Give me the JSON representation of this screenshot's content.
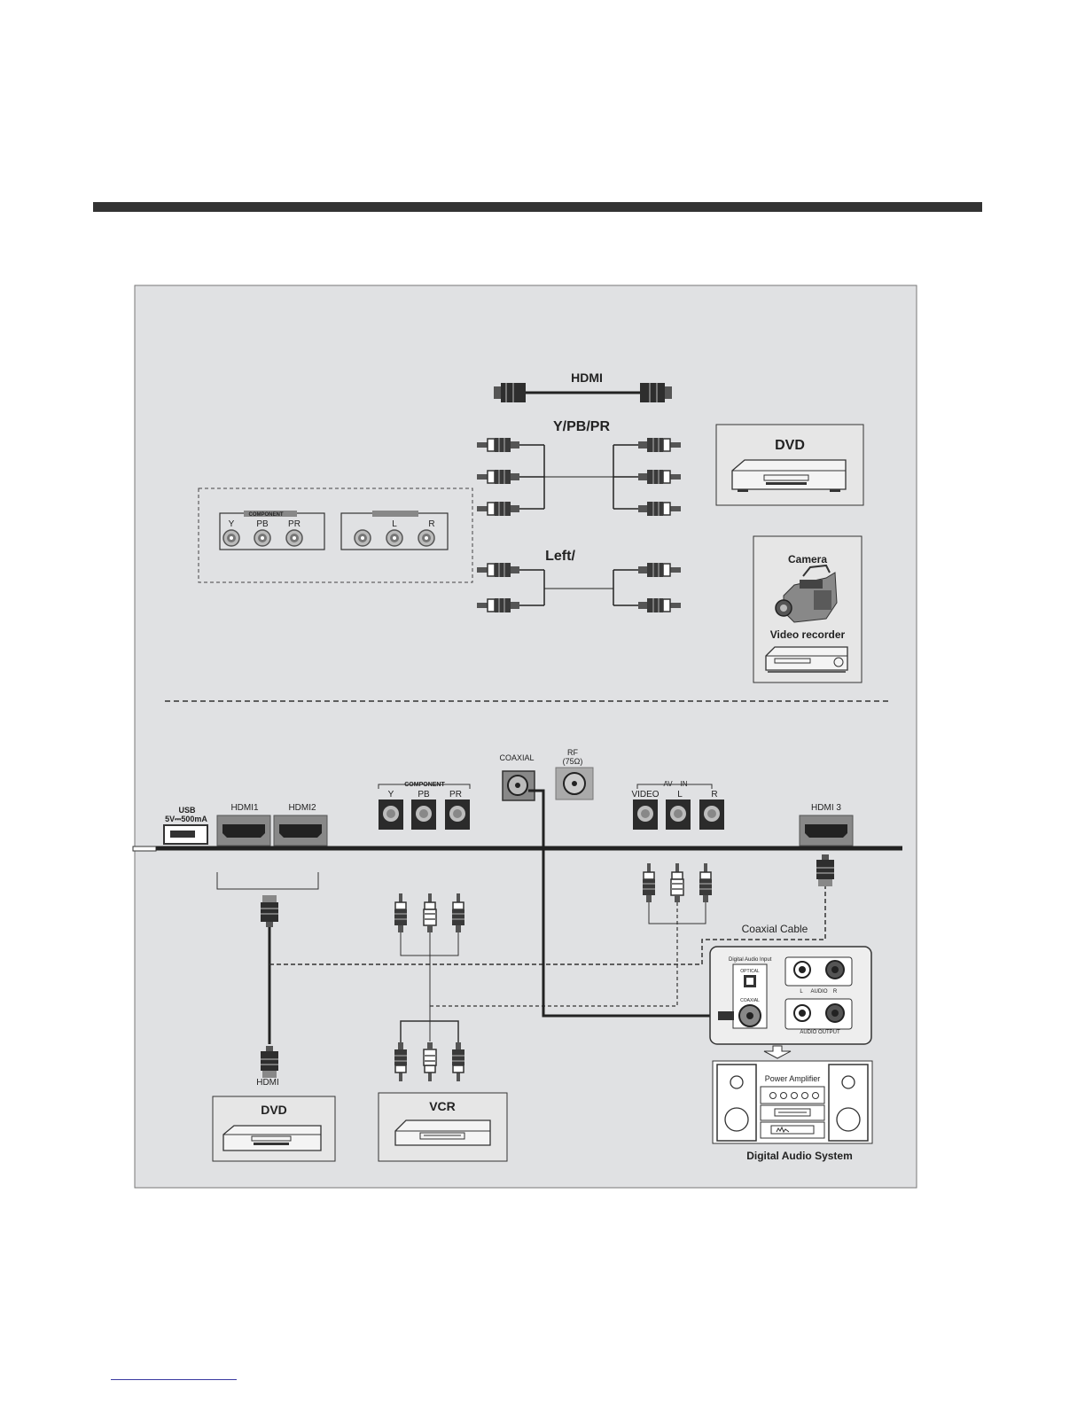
{
  "top": {
    "hdmi_cable": "HDMI",
    "ypbpr_cable": "Y/PB/PR",
    "left_cable": "Left/",
    "dvd_box": "DVD",
    "camera_label": "Camera",
    "video_recorder_label": "Video recorder",
    "component_panel": {
      "header": "COMPONENT",
      "jacks": [
        "Y",
        "PB",
        "PR"
      ]
    },
    "audio_panel": {
      "jacks": [
        "L",
        "R"
      ]
    }
  },
  "panel": {
    "usb": "USB",
    "usb_power": "5V⎓500mA",
    "hdmi1": "HDMI1",
    "hdmi2": "HDMI2",
    "hdmi3": "HDMI 3",
    "component_header": "COMPONENT",
    "component_jacks": [
      "Y",
      "PB",
      "PR"
    ],
    "coaxial": "COAXIAL",
    "rf": "RF",
    "rf_sub": "(75Ω)",
    "av_header": "AV    IN",
    "av_jacks": [
      "VIDEO",
      "L",
      "R"
    ]
  },
  "bottom": {
    "hdmi_label": "HDMI",
    "dvd_box": "DVD",
    "vcr_box": "VCR",
    "coaxial_cable": "Coaxial Cable",
    "audio_input": {
      "title": "Digital Audio Input",
      "optical": "OPTICAL",
      "coaxial": "COAXIAL",
      "audio": "AUDIO",
      "l": "L",
      "r": "R",
      "audio_output": "AUDIO OUTPUT"
    },
    "power_amplifier": "Power Amplifier",
    "digital_audio_system": "Digital Audio System"
  }
}
